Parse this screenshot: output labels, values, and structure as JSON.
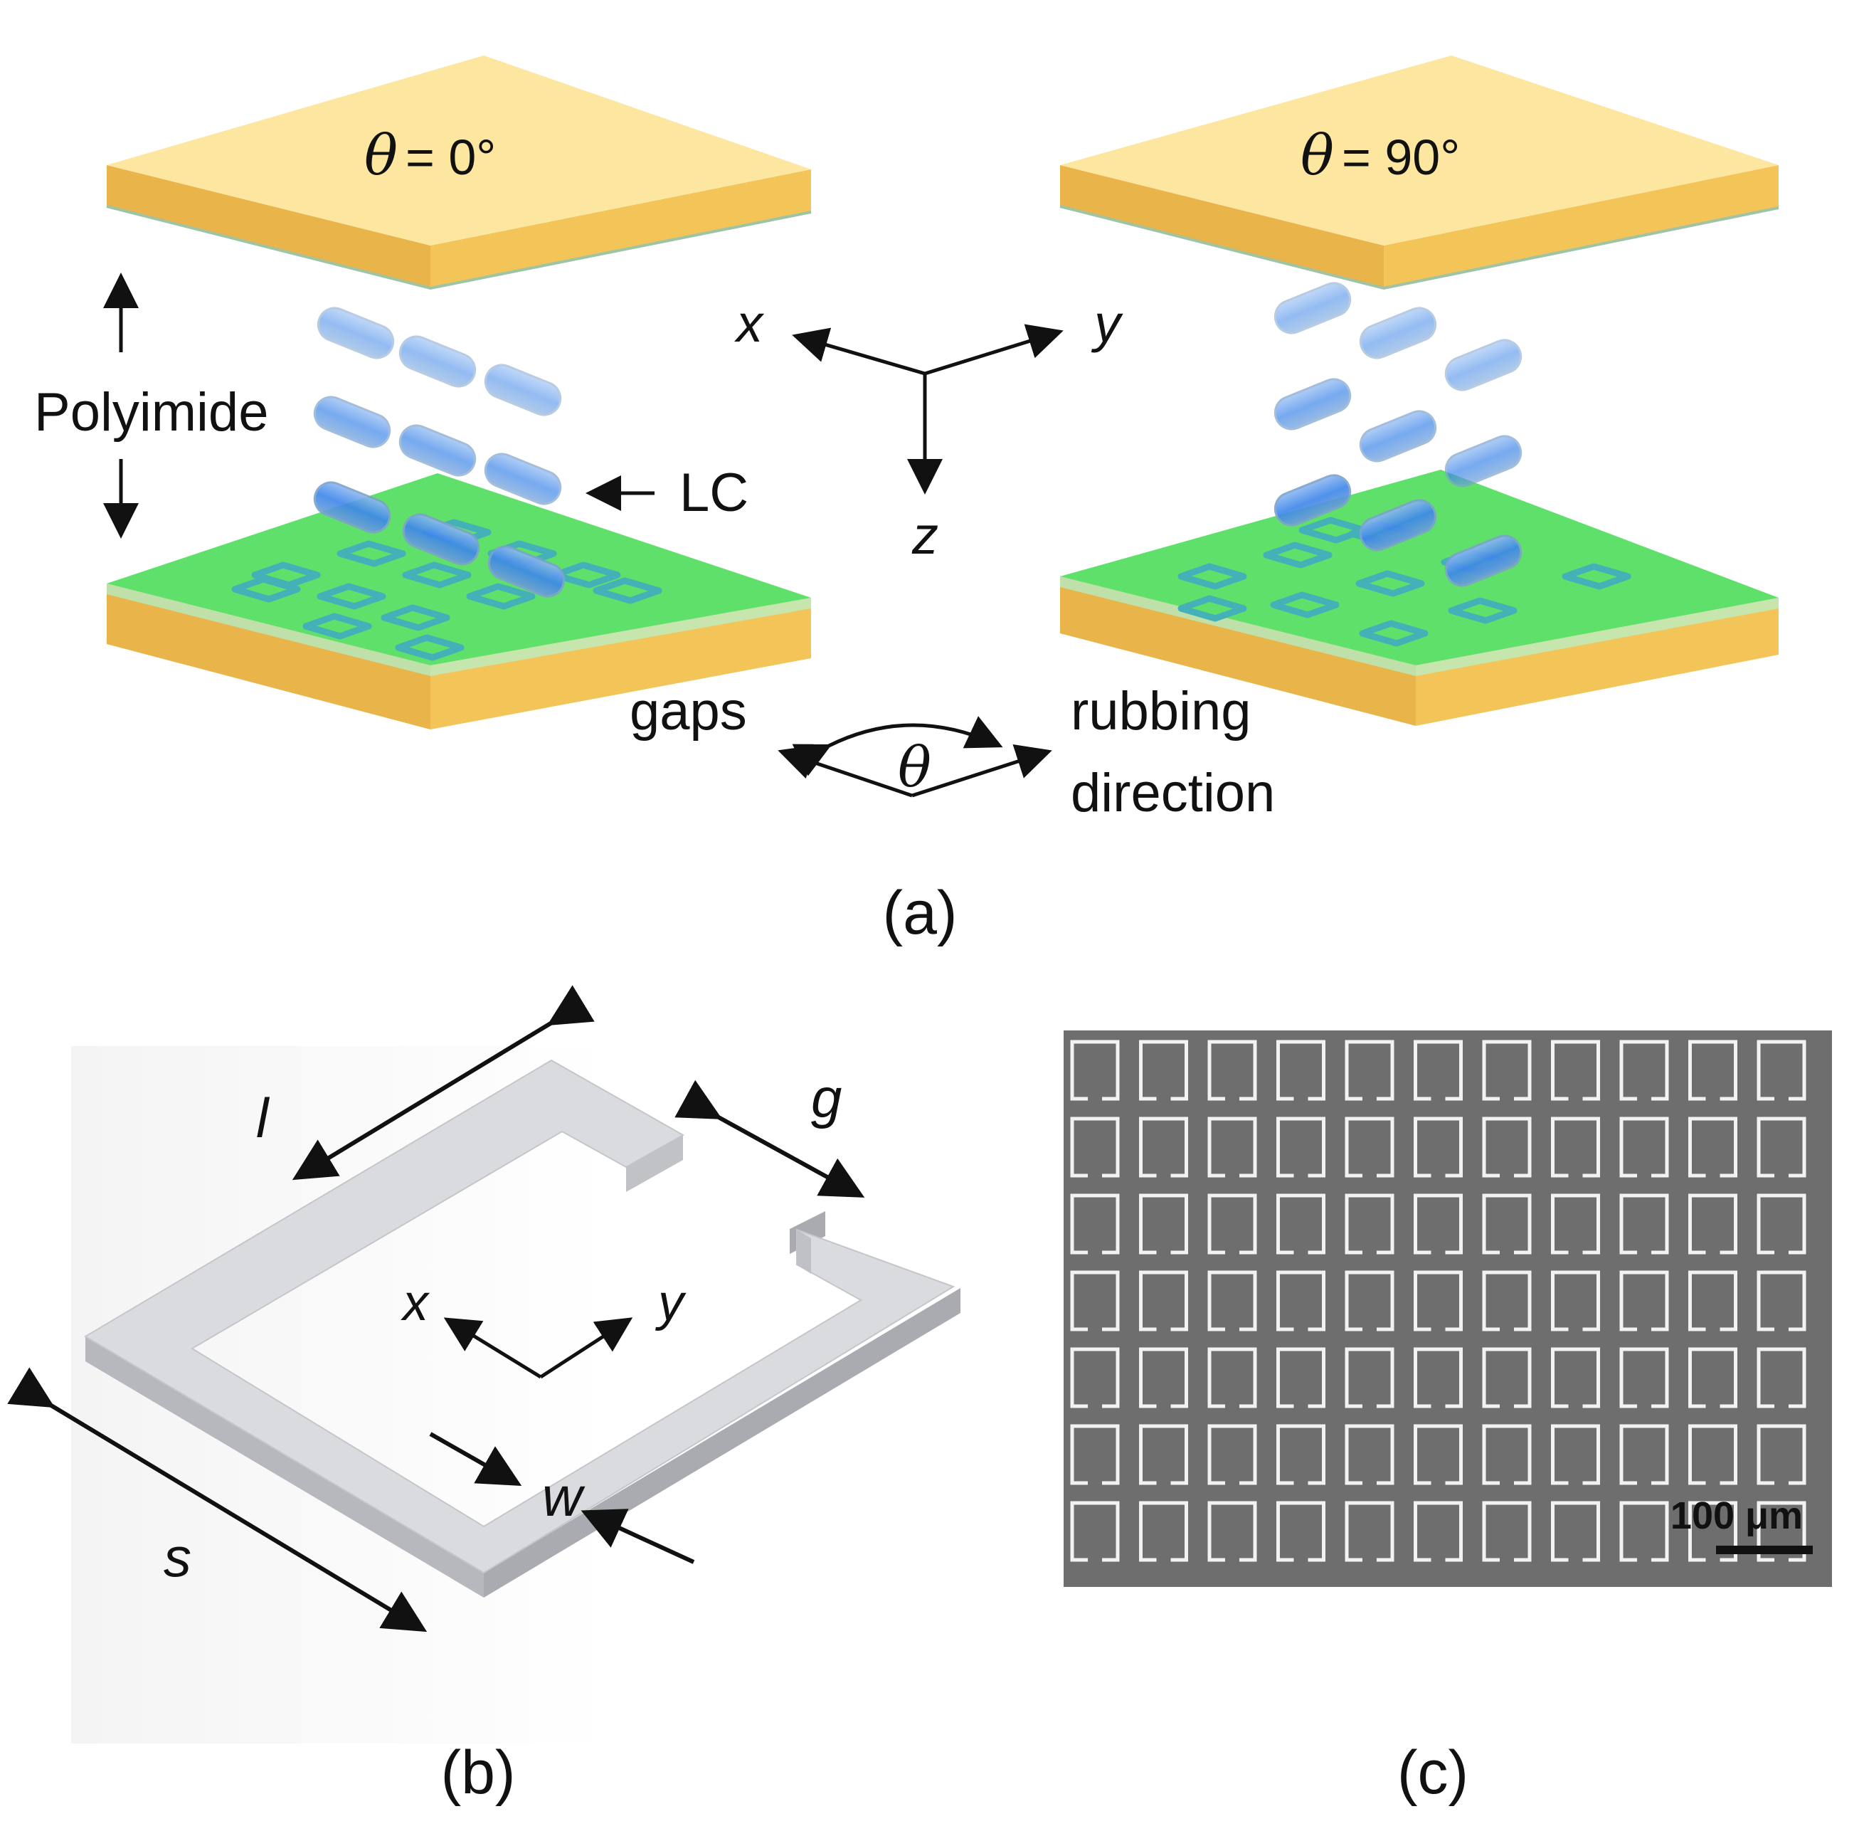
{
  "panel_a": {
    "caption": "(a)",
    "left_cell": {
      "theta_symbol": "θ",
      "theta_value": "= 0°"
    },
    "right_cell": {
      "theta_symbol": "θ",
      "theta_value": "= 90°"
    },
    "label_polyimide": "Polyimide",
    "label_lc": "LC",
    "label_gaps": "gaps",
    "label_rubbing_line1": "rubbing",
    "label_rubbing_line2": "direction",
    "angle_symbol": "θ",
    "axes": {
      "x": "x",
      "y": "y",
      "z": "z"
    },
    "colors": {
      "substrate_top": "#fde6a0",
      "substrate_side": "#e9b449",
      "metasurface_layer": "#5ee06a",
      "lc_molecule": "#4f8fe8",
      "srr_pattern": "#44b0b8"
    }
  },
  "panel_b": {
    "caption": "(b)",
    "dim_l": "l",
    "dim_g": "g",
    "dim_s": "s",
    "dim_w": "w",
    "axes": {
      "x": "x",
      "y": "y"
    },
    "colors": {
      "srr_top": "#d9dbdf",
      "srr_side": "#b6b8bd"
    }
  },
  "panel_c": {
    "caption": "(c)",
    "scale_label": "100 μm",
    "grid_rows": 7,
    "grid_cols": 11,
    "colors": {
      "background": "#6e6e6e",
      "resonator": "#f2f2f2"
    }
  }
}
